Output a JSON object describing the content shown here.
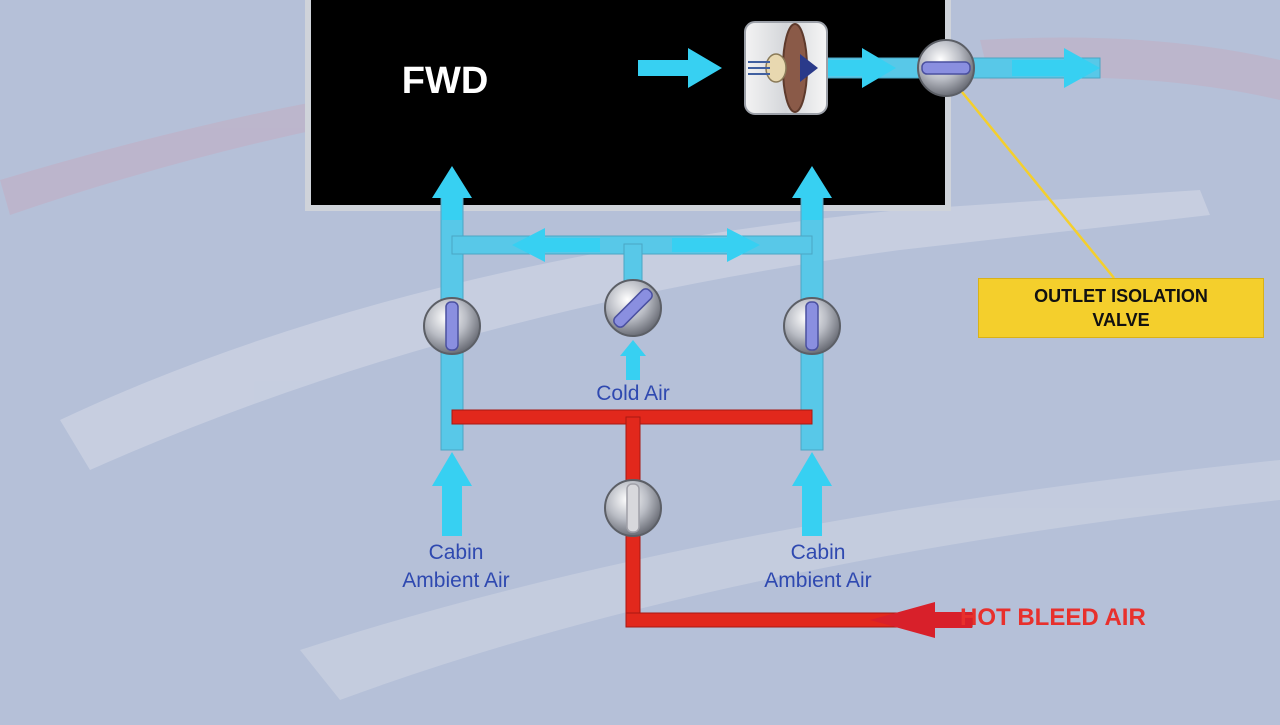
{
  "diagram": {
    "compartment_label": "FWD",
    "cold_air_label": "Cold Air",
    "cabin_air_left": [
      "Cabin",
      "Ambient Air"
    ],
    "cabin_air_right": [
      "Cabin",
      "Ambient Air"
    ],
    "hot_bleed_label": "HOT BLEED AIR",
    "callout_label": [
      "OUTLET ISOLATION",
      "VALVE"
    ]
  },
  "colors": {
    "cold_pipe": "#58c8e8",
    "hot_pipe": "#e2281c",
    "flow_arrow": "#37d0f2",
    "callout_fill": "#f4cf2c",
    "label_blue": "#2f49b0",
    "hot_label": "#e8302c",
    "compartment_fill": "#000000"
  }
}
